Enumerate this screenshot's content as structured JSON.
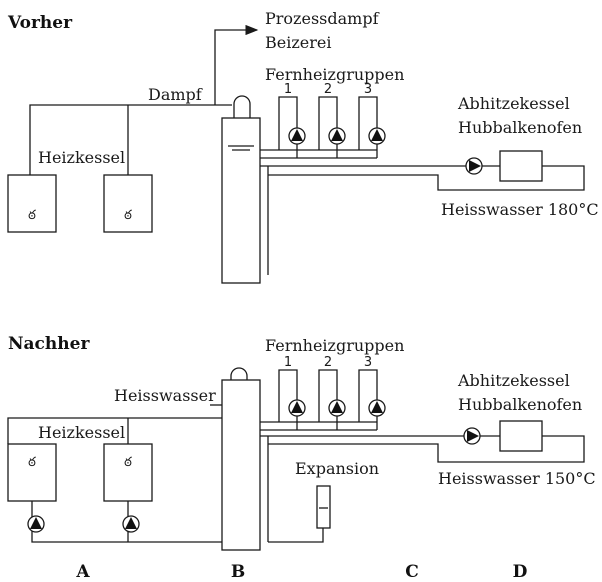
{
  "before": {
    "title": "Vorher",
    "process_steam": [
      "Prozessdampf",
      "Beizerei"
    ],
    "steam": "Dampf",
    "district_heating": "Fernheizgruppen",
    "groups": [
      "1",
      "2",
      "3"
    ],
    "boilers": "Heizkessel",
    "waste_heat": [
      "Abhitzekessel",
      "Hubbalkenofen"
    ],
    "hot_water": "Heisswasser 180°C"
  },
  "after": {
    "title": "Nachher",
    "hot_water_label": "Heisswasser",
    "district_heating": "Fernheizgruppen",
    "groups": [
      "1",
      "2",
      "3"
    ],
    "boilers": "Heizkessel",
    "expansion": "Expansion",
    "waste_heat": [
      "Abhitzekessel",
      "Hubbalkenofen"
    ],
    "hot_water": "Heisswasser 150°C"
  },
  "columns": [
    "A",
    "B",
    "C",
    "D"
  ]
}
